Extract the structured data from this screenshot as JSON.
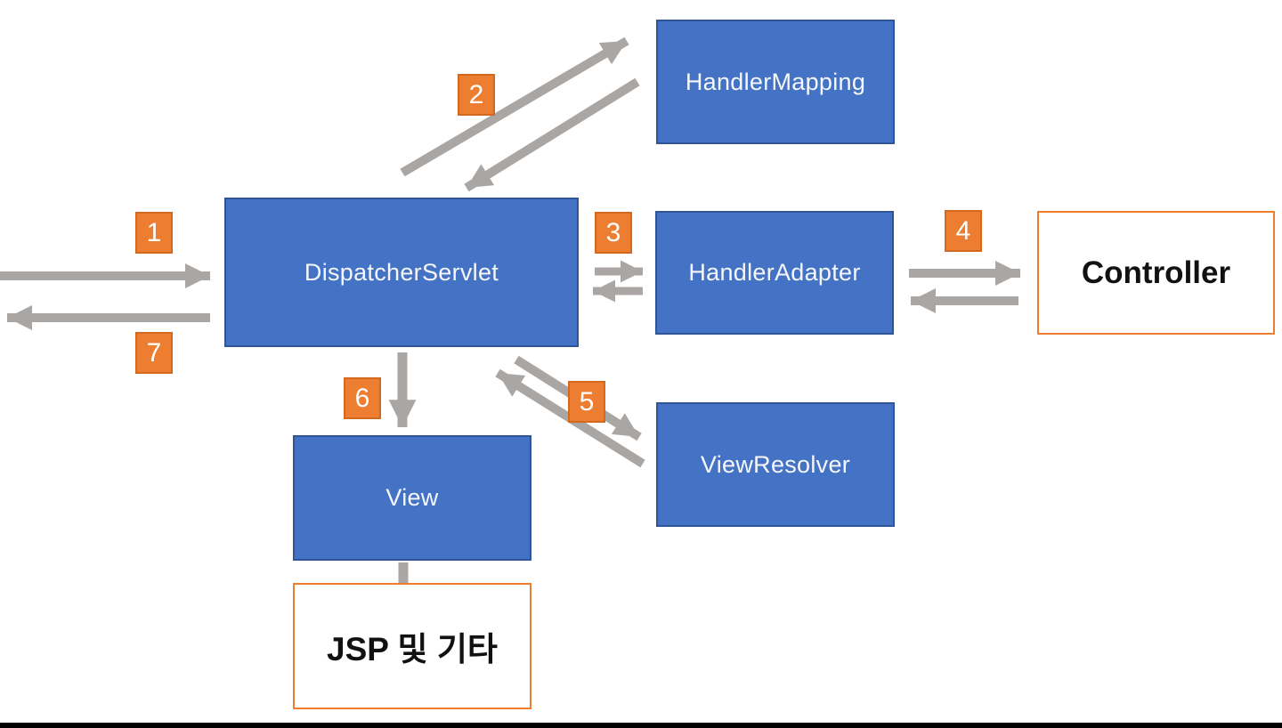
{
  "colors": {
    "box_fill_blue": "#4472C4",
    "box_border_blue": "#2F5597",
    "box_text_white": "#F5F7FA",
    "badge_fill_orange": "#ED7D31",
    "badge_border_orange": "#D2691E",
    "outlined_box_border_orange": "#ED7D31",
    "outlined_box_text_black": "#111111",
    "arrow_gray": "#A9A6A4",
    "footer_bar_black": "#000000"
  },
  "diagram": {
    "nodes": {
      "handler_mapping": {
        "label": "HandlerMapping"
      },
      "dispatcher_servlet": {
        "label": "DispatcherServlet"
      },
      "handler_adapter": {
        "label": "HandlerAdapter"
      },
      "controller": {
        "label": "Controller"
      },
      "view_resolver": {
        "label": "ViewResolver"
      },
      "view": {
        "label": "View"
      },
      "jsp_etc": {
        "label": "JSP 및 기타"
      }
    },
    "edges": [
      {
        "step": "1",
        "from": "client",
        "to": "dispatcher_servlet",
        "bidirectional": false
      },
      {
        "step": "2",
        "from": "dispatcher_servlet",
        "to": "handler_mapping",
        "bidirectional": true
      },
      {
        "step": "3",
        "from": "dispatcher_servlet",
        "to": "handler_adapter",
        "bidirectional": true
      },
      {
        "step": "4",
        "from": "handler_adapter",
        "to": "controller",
        "bidirectional": true
      },
      {
        "step": "5",
        "from": "dispatcher_servlet",
        "to": "view_resolver",
        "bidirectional": true
      },
      {
        "step": "6",
        "from": "dispatcher_servlet",
        "to": "view",
        "bidirectional": false
      },
      {
        "step": "7",
        "from": "dispatcher_servlet",
        "to": "client",
        "bidirectional": false
      },
      {
        "step": "",
        "from": "view",
        "to": "jsp_etc",
        "bidirectional": false
      }
    ]
  }
}
